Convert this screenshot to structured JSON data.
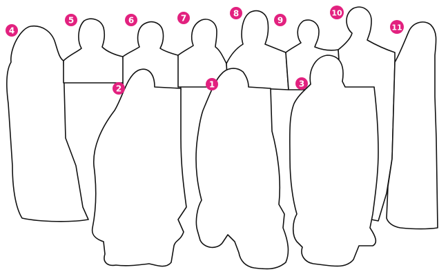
{
  "accent_color": "#e2217f",
  "outline_color": "#111111",
  "figures": [
    {
      "label": "1"
    },
    {
      "label": "2"
    },
    {
      "label": "3"
    },
    {
      "label": "4"
    },
    {
      "label": "5"
    },
    {
      "label": "6"
    },
    {
      "label": "7"
    },
    {
      "label": "8"
    },
    {
      "label": "9"
    },
    {
      "label": "10"
    },
    {
      "label": "11"
    }
  ]
}
